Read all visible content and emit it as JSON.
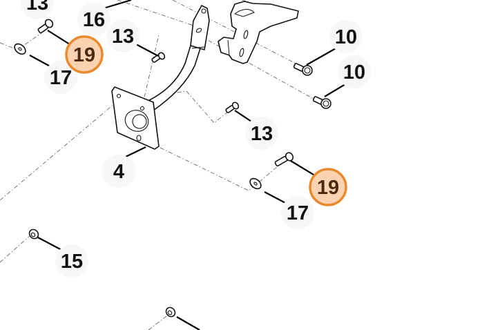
{
  "diagram": {
    "title": "Pedal assembly exploded parts diagram",
    "highlight_colors": {
      "ring": "#e88a2e",
      "fill": "#fbd3b0",
      "text": "#4a2a10"
    },
    "callouts": [
      {
        "id": "c13-top",
        "label": "13",
        "highlighted": false
      },
      {
        "id": "c16",
        "label": "16",
        "highlighted": false
      },
      {
        "id": "c13-a",
        "label": "13",
        "highlighted": false
      },
      {
        "id": "c19-a",
        "label": "19",
        "highlighted": true
      },
      {
        "id": "c17-a",
        "label": "17",
        "highlighted": false
      },
      {
        "id": "c10-a",
        "label": "10",
        "highlighted": false
      },
      {
        "id": "c10-b",
        "label": "10",
        "highlighted": false
      },
      {
        "id": "c13-b",
        "label": "13",
        "highlighted": false
      },
      {
        "id": "c4",
        "label": "4",
        "highlighted": false
      },
      {
        "id": "c19-b",
        "label": "19",
        "highlighted": true
      },
      {
        "id": "c17-b",
        "label": "17",
        "highlighted": false
      },
      {
        "id": "c15",
        "label": "15",
        "highlighted": false
      }
    ],
    "parts": [
      {
        "name": "pedal-arm",
        "ref": "4"
      },
      {
        "name": "mounting-bracket",
        "ref": "16"
      },
      {
        "name": "flange-bolt",
        "ref": "10"
      },
      {
        "name": "flange-bolt",
        "ref": "13"
      },
      {
        "name": "washer",
        "ref": "17"
      },
      {
        "name": "bolt",
        "ref": "19"
      },
      {
        "name": "lock-nut",
        "ref": "15"
      }
    ]
  }
}
